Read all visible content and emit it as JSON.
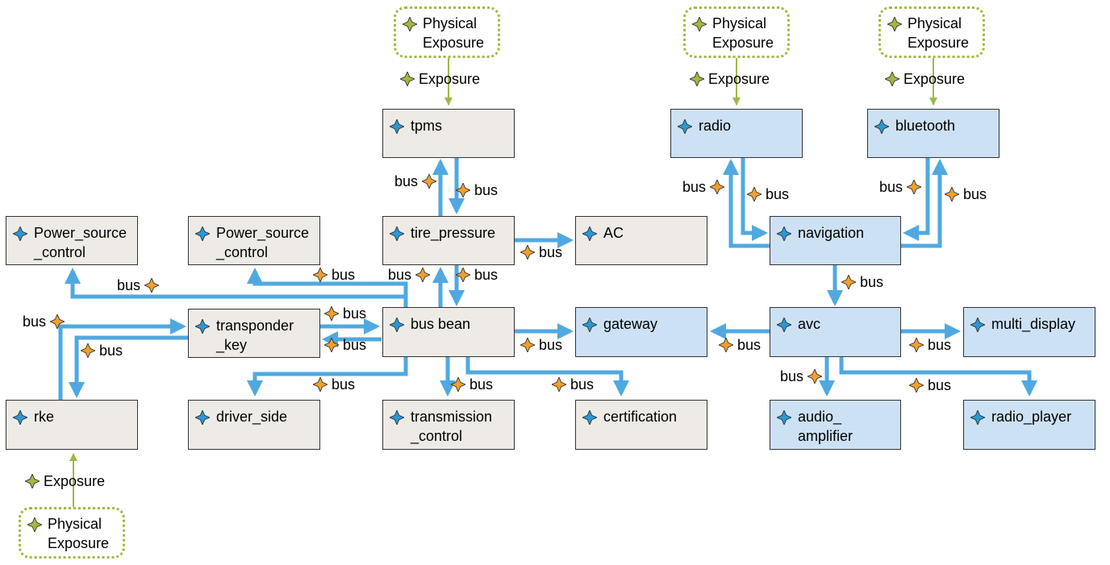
{
  "nodes": {
    "tpms": {
      "label": "tpms"
    },
    "tire_pressure": {
      "label": "tire_pressure"
    },
    "ac": {
      "label": "AC"
    },
    "power_source_control_1": {
      "label": "Power_source\n_control"
    },
    "power_source_control_2": {
      "label": "Power_source\n_control"
    },
    "transponder_key": {
      "label": "transponder\n_key"
    },
    "bus_bean": {
      "label": "bus bean"
    },
    "rke": {
      "label": "rke"
    },
    "driver_side": {
      "label": "driver_side"
    },
    "transmission_control": {
      "label": "transmission\n_control"
    },
    "certification": {
      "label": "certification"
    },
    "gateway": {
      "label": "gateway"
    },
    "radio": {
      "label": "radio"
    },
    "bluetooth": {
      "label": "bluetooth"
    },
    "navigation": {
      "label": "navigation"
    },
    "avc": {
      "label": "avc"
    },
    "multi_display": {
      "label": "multi_display"
    },
    "audio_amplifier": {
      "label": "audio_\namplifier"
    },
    "radio_player": {
      "label": "radio_player"
    },
    "physical_exposure_tpms": {
      "label": "Physical\nExposure"
    },
    "physical_exposure_radio": {
      "label": "Physical\nExposure"
    },
    "physical_exposure_bluetooth": {
      "label": "Physical\nExposure"
    },
    "physical_exposure_rke": {
      "label": "Physical\nExposure"
    }
  },
  "edge_labels": {
    "bus": "bus",
    "exposure": "Exposure"
  },
  "colors": {
    "ecu_fill": "#eeebe6",
    "ivi_fill": "#cde1f4",
    "bus_edge": "#4fa9e0",
    "exposure_edge": "#9bbb45",
    "node_star": "#2c97d3",
    "bus_star": "#f0a030",
    "exposure_star": "#a3b640"
  },
  "icons": {
    "node_marker": "four-point-star-icon",
    "bus_marker": "four-point-star-icon",
    "exposure_marker": "four-point-star-icon"
  }
}
